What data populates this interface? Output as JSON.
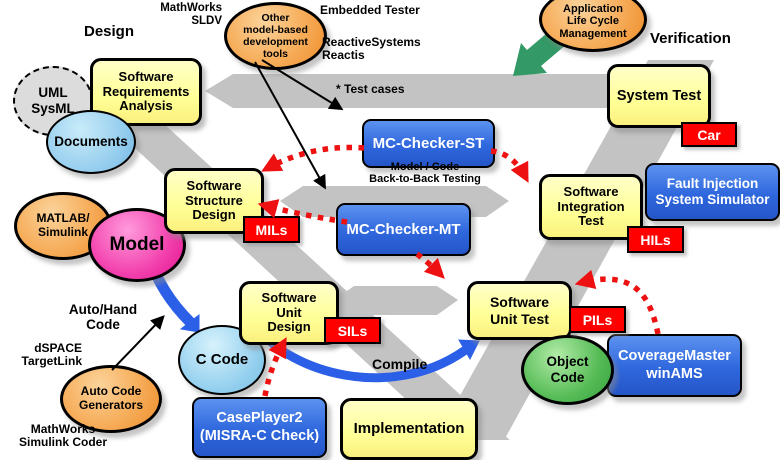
{
  "diagram": {
    "side_labels": {
      "design": "Design",
      "verification": "Verification"
    },
    "phases": {
      "requirements": "Software\nRequirements\nAnalysis",
      "structure_design": "Software\nStructure\nDesign",
      "unit_design": "Software\nUnit\nDesign",
      "implementation": "Implementation",
      "unit_test": "Software\nUnit Test",
      "integration_test": "Software\nIntegration\nTest",
      "system_test": "System Test"
    },
    "artifacts": {
      "uml": "UML\nSysML",
      "documents": "Documents",
      "matlab_simulink": "MATLAB/\nSimulink",
      "model": "Model",
      "c_code": "C Code",
      "object_code": "Object\nCode"
    },
    "tools": {
      "other_model_tools": "Other\nmodel-based\ndevelopment\ntools",
      "alm": "Application\nLife Cycle\nManagement",
      "auto_code_generators": "Auto Code\nGenerators",
      "mc_checker_st": "MC-Checker-ST",
      "mc_checker_mt": "MC-Checker-MT",
      "fault_injection": "Fault Injection\nSystem Simulator",
      "coverage_master": "CoverageMaster\nwinAMS",
      "caseplayer": "CasePlayer2\n(MISRA-C Check)"
    },
    "badges": {
      "mils": "MILs",
      "sils": "SILs",
      "hils": "HILs",
      "pils": "PILs",
      "car": "Car"
    },
    "annotations": {
      "mathworks_sldv": "MathWorks\nSLDV",
      "embedded_tester": "Embedded Tester",
      "reactive_systems": "ReactiveSystems\nReactis",
      "test_cases": "* Test cases",
      "back_to_back": "Model / Code\nBack-to-Back Testing",
      "auto_hand_code": "Auto/Hand\nCode",
      "dspace_targetlink": "dSPACE\nTargetLink",
      "mathworks_simulink_coder": "MathWorks\nSimulink Coder",
      "compile": "Compile"
    },
    "colors": {
      "phase_fill": "#FFFF9E",
      "tool_fill": "#3168DC",
      "badge_fill": "#FF0000",
      "band_gray": "#C3C3C3",
      "green_arrow": "#339966",
      "blue_arrow": "#2B5FE8",
      "red_arrow": "#EE1111",
      "orange_fill": "#F49C42"
    }
  }
}
